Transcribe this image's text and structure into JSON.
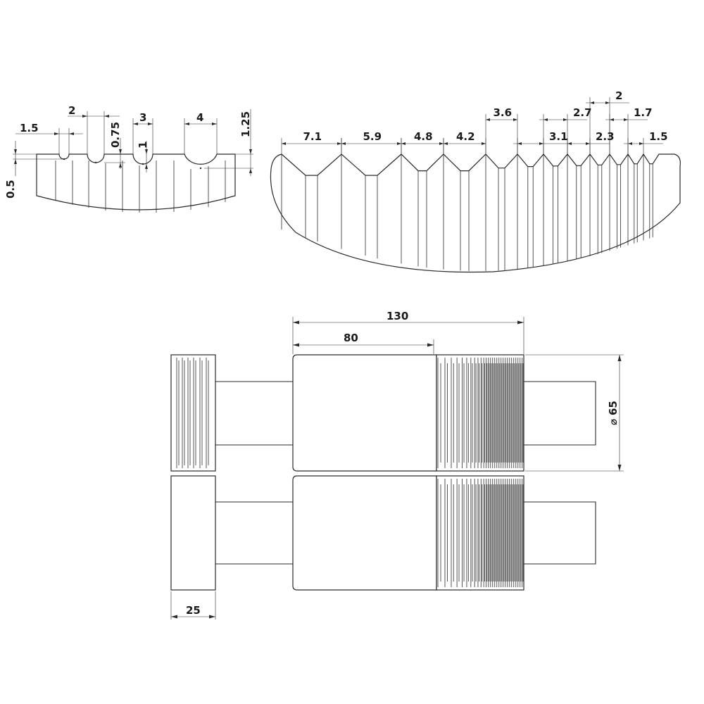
{
  "top_left_profile": {
    "groove_widths": [
      "1.5",
      "2",
      "3",
      "4"
    ],
    "groove_depths": [
      "0.5",
      "0.75",
      "1",
      "1.25"
    ]
  },
  "top_right_profile": {
    "groove_widths": [
      "7.1",
      "5.9",
      "4.8",
      "4.2",
      "3.6",
      "3.1",
      "2.7",
      "2.3",
      "2",
      "1.7",
      "1.5"
    ]
  },
  "assembly": {
    "overall_length": "130",
    "smooth_length": "80",
    "diameter": "65",
    "diameter_symbol": "⌀",
    "cap_width": "25"
  }
}
